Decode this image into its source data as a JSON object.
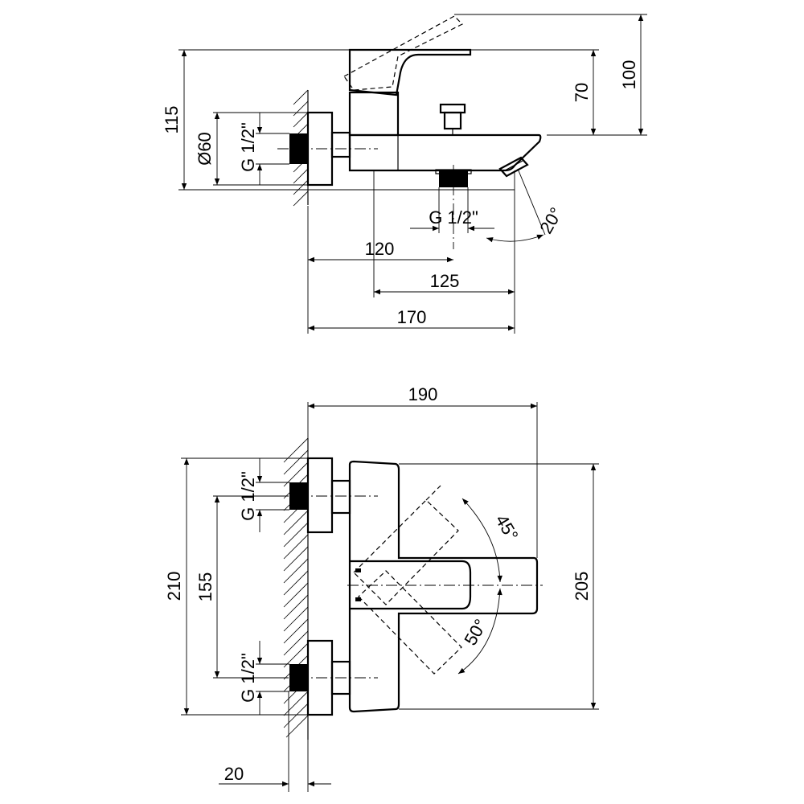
{
  "side_view": {
    "dims": {
      "height_total": "100",
      "height_body": "70",
      "height_overall": "115",
      "rosette_diameter": "Ø60",
      "wall_thread": "G 1/2\"",
      "outlet_thread": "G 1/2\"",
      "spout_angle": "20°",
      "depth_outlet": "120",
      "depth_spout": "125",
      "depth_total": "170"
    }
  },
  "top_view": {
    "dims": {
      "width_total": "190",
      "length_body": "205",
      "length_total": "210",
      "center_distance": "155",
      "thread_top": "G 1/2\"",
      "thread_bottom": "G 1/2\"",
      "lever_angle_up": "45°",
      "lever_angle_down": "50°",
      "wall_offset": "20"
    }
  }
}
